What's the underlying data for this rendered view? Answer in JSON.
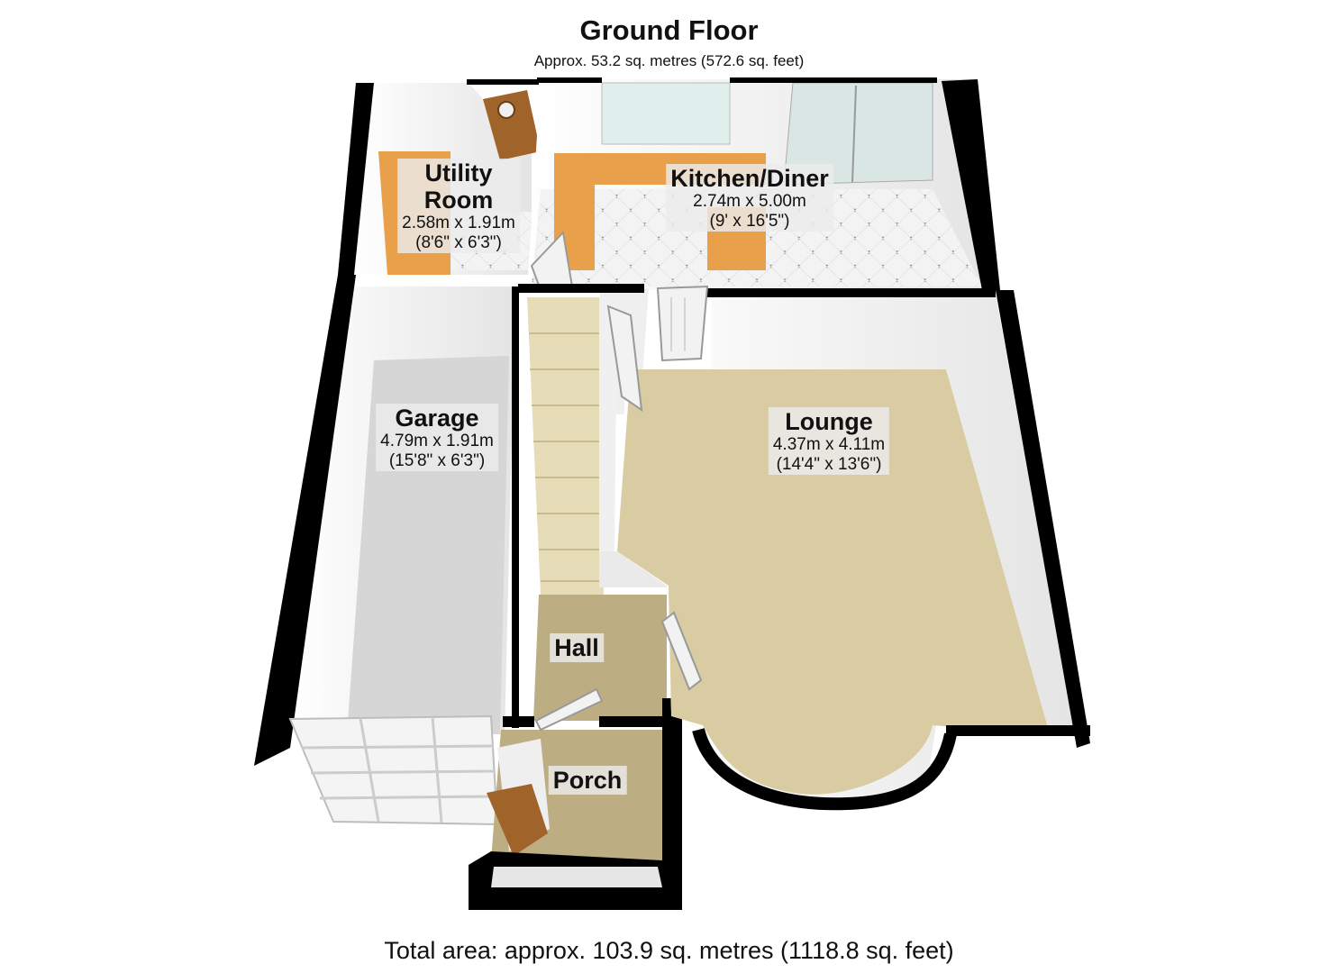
{
  "floor": {
    "title": "Ground Floor",
    "subtitle": "Approx. 53.2 sq. metres (572.6 sq. feet)"
  },
  "rooms": {
    "utility": {
      "name_line1": "Utility",
      "name_line2": "Room",
      "dim_metric": "2.58m x 1.91m",
      "dim_imperial": "(8'6\" x 6'3\")"
    },
    "kitchen": {
      "name": "Kitchen/Diner",
      "dim_metric": "2.74m x 5.00m",
      "dim_imperial": "(9' x 16'5\")"
    },
    "garage": {
      "name": "Garage",
      "dim_metric": "4.79m x 1.91m",
      "dim_imperial": "(15'8\" x 6'3\")"
    },
    "lounge": {
      "name": "Lounge",
      "dim_metric": "4.37m x 4.11m",
      "dim_imperial": "(14'4\" x 13'6\")"
    },
    "hall": {
      "name": "Hall"
    },
    "porch": {
      "name": "Porch"
    }
  },
  "footer": "Total area: approx. 103.9 sq. metres (1118.8 sq. feet)",
  "colors": {
    "wall": "#000000",
    "inner_wall": "#f2f2f2",
    "lounge_carpet": "#d9cca2",
    "hall_floor": "#bcae82",
    "garage_floor": "#d6d6d6",
    "kitchen_tile": "#f1f1f1",
    "worktop": "#e9a04b",
    "door": "#a0632a",
    "stairs": "#e6dcb8"
  }
}
